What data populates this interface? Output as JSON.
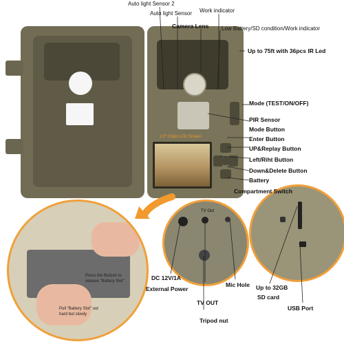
{
  "labels": {
    "auto_light_sensor_2": "Auto light Sensor 2",
    "auto_light_sensor": "Auto light Sensor",
    "work_indicator": "Work indicator",
    "camera_lens": "Camera Lens",
    "low_battery": "Low Battery/SD condition/Work indicator",
    "ir_led": "Up to 75ft with 36pcs IR Led",
    "mode": "Mode (TEST/ON/OFF)",
    "pir_sensor": "PIR Sensor",
    "mode_button": "Mode Button",
    "enter_button": "Enter Button",
    "up_replay": "UP&Replay Button",
    "left_right": "Left/Riht Button",
    "down_delete": "Down&Delete Button",
    "battery": "Battery",
    "compartment_switch": "Compartment Switch",
    "lcd_screen": "2.0\" Color LCD Screen",
    "dc_power_1": "DC 12V/1A",
    "dc_power_2": "External Power",
    "tv_out": "TV OUT",
    "mic_hole": "Mic Hole",
    "tripod_nut": "Tripod nut",
    "sd_card_1": "Up to 32GB",
    "sd_card_2": "SD card",
    "usb_port": "USB Port",
    "press_button_1": "Press the Butoon to",
    "press_button_2": "release \"Battery Slot\"",
    "pull_slot_1": "Pull \"Battery Slot\" out",
    "pull_slot_2": "hard but slowly",
    "tv_out_small": "TV Out"
  },
  "colors": {
    "case": "#6e6a52",
    "case_dark": "#55513d",
    "accent_orange": "#f29a2e",
    "led": "#5a1818",
    "inset_ring": "#f0a03a"
  },
  "icons": [
    "lock-icon",
    "arrow-icon",
    "tv-icon"
  ]
}
